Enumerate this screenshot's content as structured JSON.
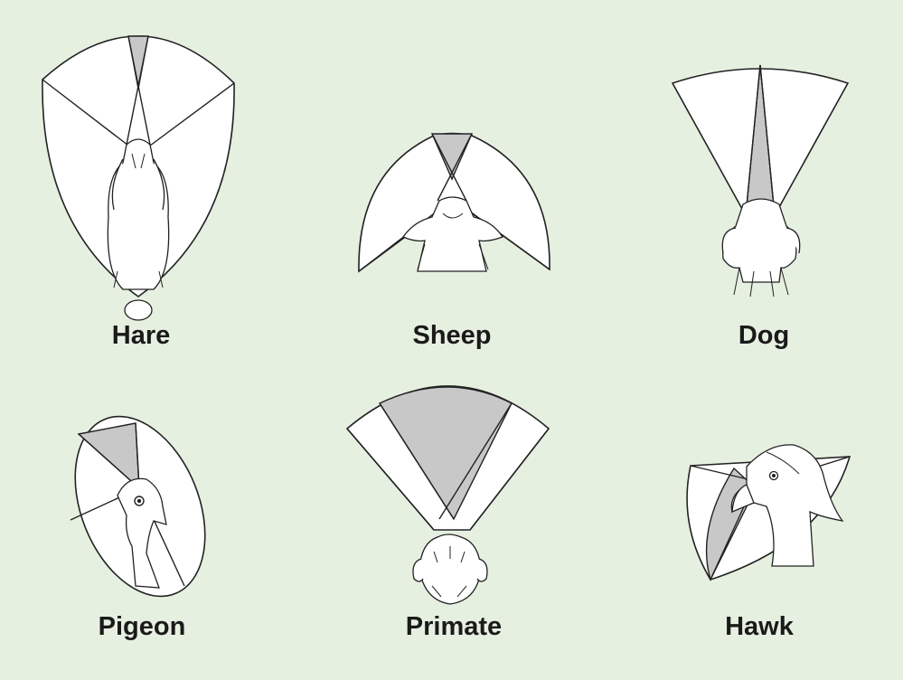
{
  "background_color": "#e6f0e1",
  "binocular_color": "#c8c8c8",
  "panels": [
    {
      "label": "Hare",
      "icon": "hare-icon"
    },
    {
      "label": "Sheep",
      "icon": "sheep-icon"
    },
    {
      "label": "Dog",
      "icon": "dog-icon"
    },
    {
      "label": "Pigeon",
      "icon": "pigeon-icon"
    },
    {
      "label": "Primate",
      "icon": "primate-icon"
    },
    {
      "label": "Hawk",
      "icon": "hawk-icon"
    }
  ]
}
